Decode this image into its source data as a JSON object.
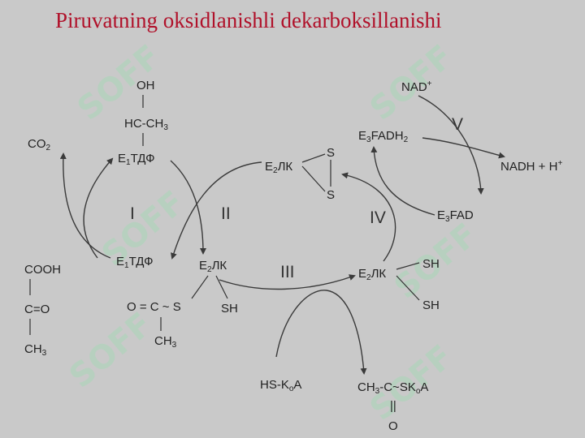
{
  "title": "Piruvatning oksidlanishli dekarboksillanishi",
  "watermark": "SOFF",
  "colors": {
    "background": "#c9c9c9",
    "title": "#b0112a",
    "text": "#222222",
    "watermark": "#a9d6b8"
  },
  "stages": {
    "i": "I",
    "ii": "II",
    "iii": "III",
    "iv": "IV",
    "v": "V"
  },
  "molecules": {
    "co2": {
      "base": "CO",
      "sub": "2"
    },
    "oh": "OH",
    "hc_ch3": "HC-CH",
    "hc_ch3_sub": "3",
    "e1tdf_top": {
      "e": "E",
      "sub": "1",
      "rest": "ТДФ"
    },
    "e1tdf_bottom": {
      "e": "E",
      "sub": "1",
      "rest": "ТДФ"
    },
    "pyruvate": {
      "cooh": "COOH",
      "co": "C=O",
      "ch3": "CH",
      "ch3_sub": "3"
    },
    "e2lk_cyclic": {
      "e": "E",
      "sub": "2",
      "rest": "ЛК",
      "s1": "S",
      "s2": "S"
    },
    "e2lk_acetyl": {
      "e": "E",
      "sub": "2",
      "rest": "ЛК",
      "ocs": "O = C ~ S",
      "sh": "SH",
      "ch3": "CH",
      "ch3_sub": "3"
    },
    "e2lk_reduced": {
      "e": "E",
      "sub": "2",
      "rest": "ЛК",
      "sh1": "SH",
      "sh2": "SH"
    },
    "hskoa": {
      "a": "HS-K",
      "sub": "o",
      "b": "A"
    },
    "acetyl_coa": {
      "a": "CH",
      "sub1": "3",
      "b": "-C~SK",
      "sub2": "o",
      "c": "A",
      "dbl": "||",
      "o": "O"
    },
    "nad": {
      "base": "NAD",
      "sup": "+"
    },
    "e3fadh2": {
      "e": "E",
      "sub": "3",
      "rest": "FADH",
      "sub2": "2"
    },
    "nadh": {
      "base": "NADH + H",
      "sup": "+"
    },
    "e3fad": {
      "e": "E",
      "sub": "3",
      "rest": "FAD"
    }
  }
}
